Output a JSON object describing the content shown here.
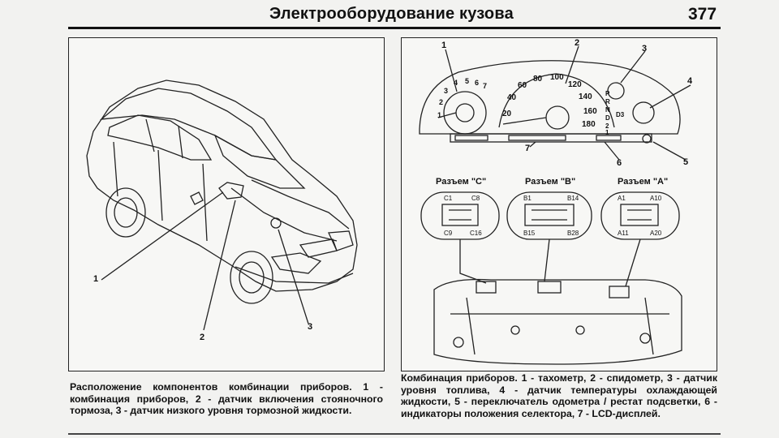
{
  "header": {
    "title": "Электрооборудование кузова",
    "page_number": "377"
  },
  "left_figure": {
    "callouts": [
      "1",
      "2",
      "3"
    ],
    "caption": "Расположение компонентов комбинации приборов. 1 - комбинация приборов, 2 - датчик включения стояночного тормоза, 3 - датчик низкого уровня тормозной жидкости."
  },
  "right_figure": {
    "callouts": [
      "1",
      "2",
      "3",
      "4",
      "5",
      "6",
      "7"
    ],
    "connectors": [
      {
        "title": "Разъем \"С\"",
        "tl": "C1",
        "tr": "C8",
        "bl": "C9",
        "br": "C16"
      },
      {
        "title": "Разъем \"В\"",
        "tl": "B1",
        "tr": "B14",
        "bl": "B15",
        "br": "B28"
      },
      {
        "title": "Разъем \"А\"",
        "tl": "A1",
        "tr": "A10",
        "bl": "A11",
        "br": "A20"
      }
    ],
    "speedometer_scale": [
      "20",
      "40",
      "60",
      "80",
      "100",
      "120",
      "140",
      "160",
      "180"
    ],
    "tachometer_scale": [
      "1",
      "2",
      "3",
      "4",
      "5",
      "6",
      "7"
    ],
    "selector_letters": [
      "P",
      "R",
      "N",
      "D",
      "2",
      "1"
    ],
    "odometer_mode": "D3",
    "caption": "Комбинация приборов. 1 - тахометр, 2 - спидометр, 3 - датчик уровня топлива, 4 - датчик температуры охлаждающей жидкости, 5 - переключатель одометра / рестат подсветки, 6 - индикаторы положения селектора, 7 - LCD-дисплей."
  }
}
